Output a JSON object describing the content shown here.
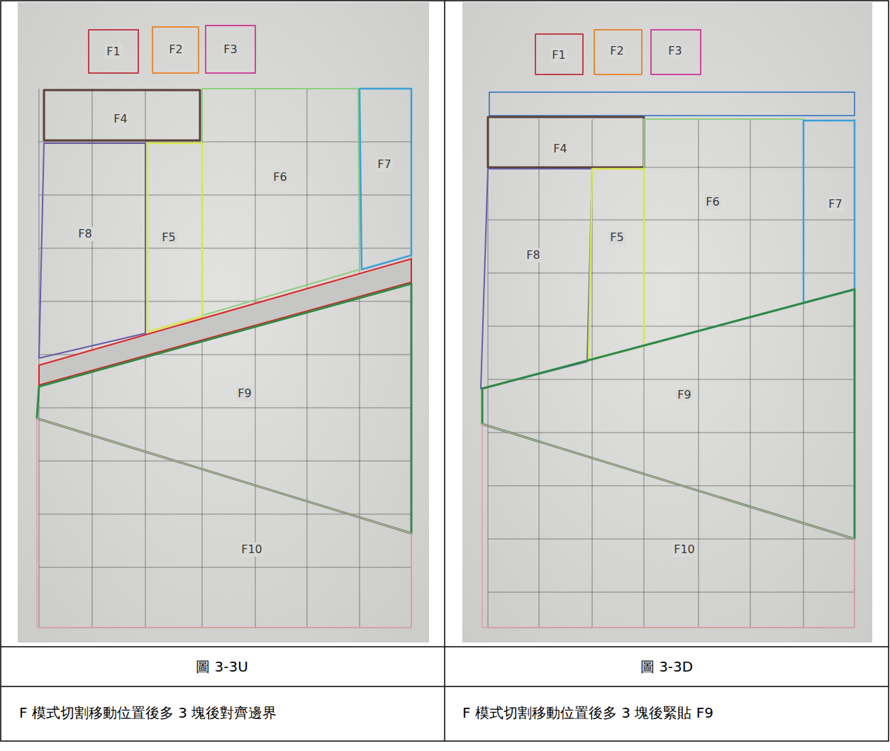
{
  "diagram": {
    "nodes": [
      {
        "text": [
          "F1"
        ]
      },
      {
        "text": [
          "F2"
        ]
      },
      {
        "text": [
          "F3"
        ]
      },
      {
        "text": [
          "F4"
        ]
      },
      {
        "text": [
          "F6"
        ]
      },
      {
        "text": [
          "F7"
        ]
      },
      {
        "text": [
          "F8"
        ]
      },
      {
        "text": [
          "F5"
        ]
      },
      {
        "text": [
          "F9"
        ]
      },
      {
        "text": [
          "F10"
        ]
      },
      {
        "text": [
          "F1"
        ]
      },
      {
        "text": [
          "F2"
        ]
      },
      {
        "text": [
          "F3"
        ]
      },
      {
        "text": [
          "F4"
        ]
      },
      {
        "text": [
          "F6"
        ]
      },
      {
        "text": [
          "F7"
        ]
      },
      {
        "text": [
          "F8"
        ]
      },
      {
        "text": [
          "F5"
        ]
      },
      {
        "text": [
          "F9"
        ]
      },
      {
        "text": [
          "F10"
        ]
      }
    ],
    "labels": [
      "圖 3-3U",
      "圖 3-3D",
      "F 模式切割移動位置後多 3 塊後對齊邊界",
      "F 模式切割移動位置後多 3 塊後緊貼 F9"
    ]
  }
}
